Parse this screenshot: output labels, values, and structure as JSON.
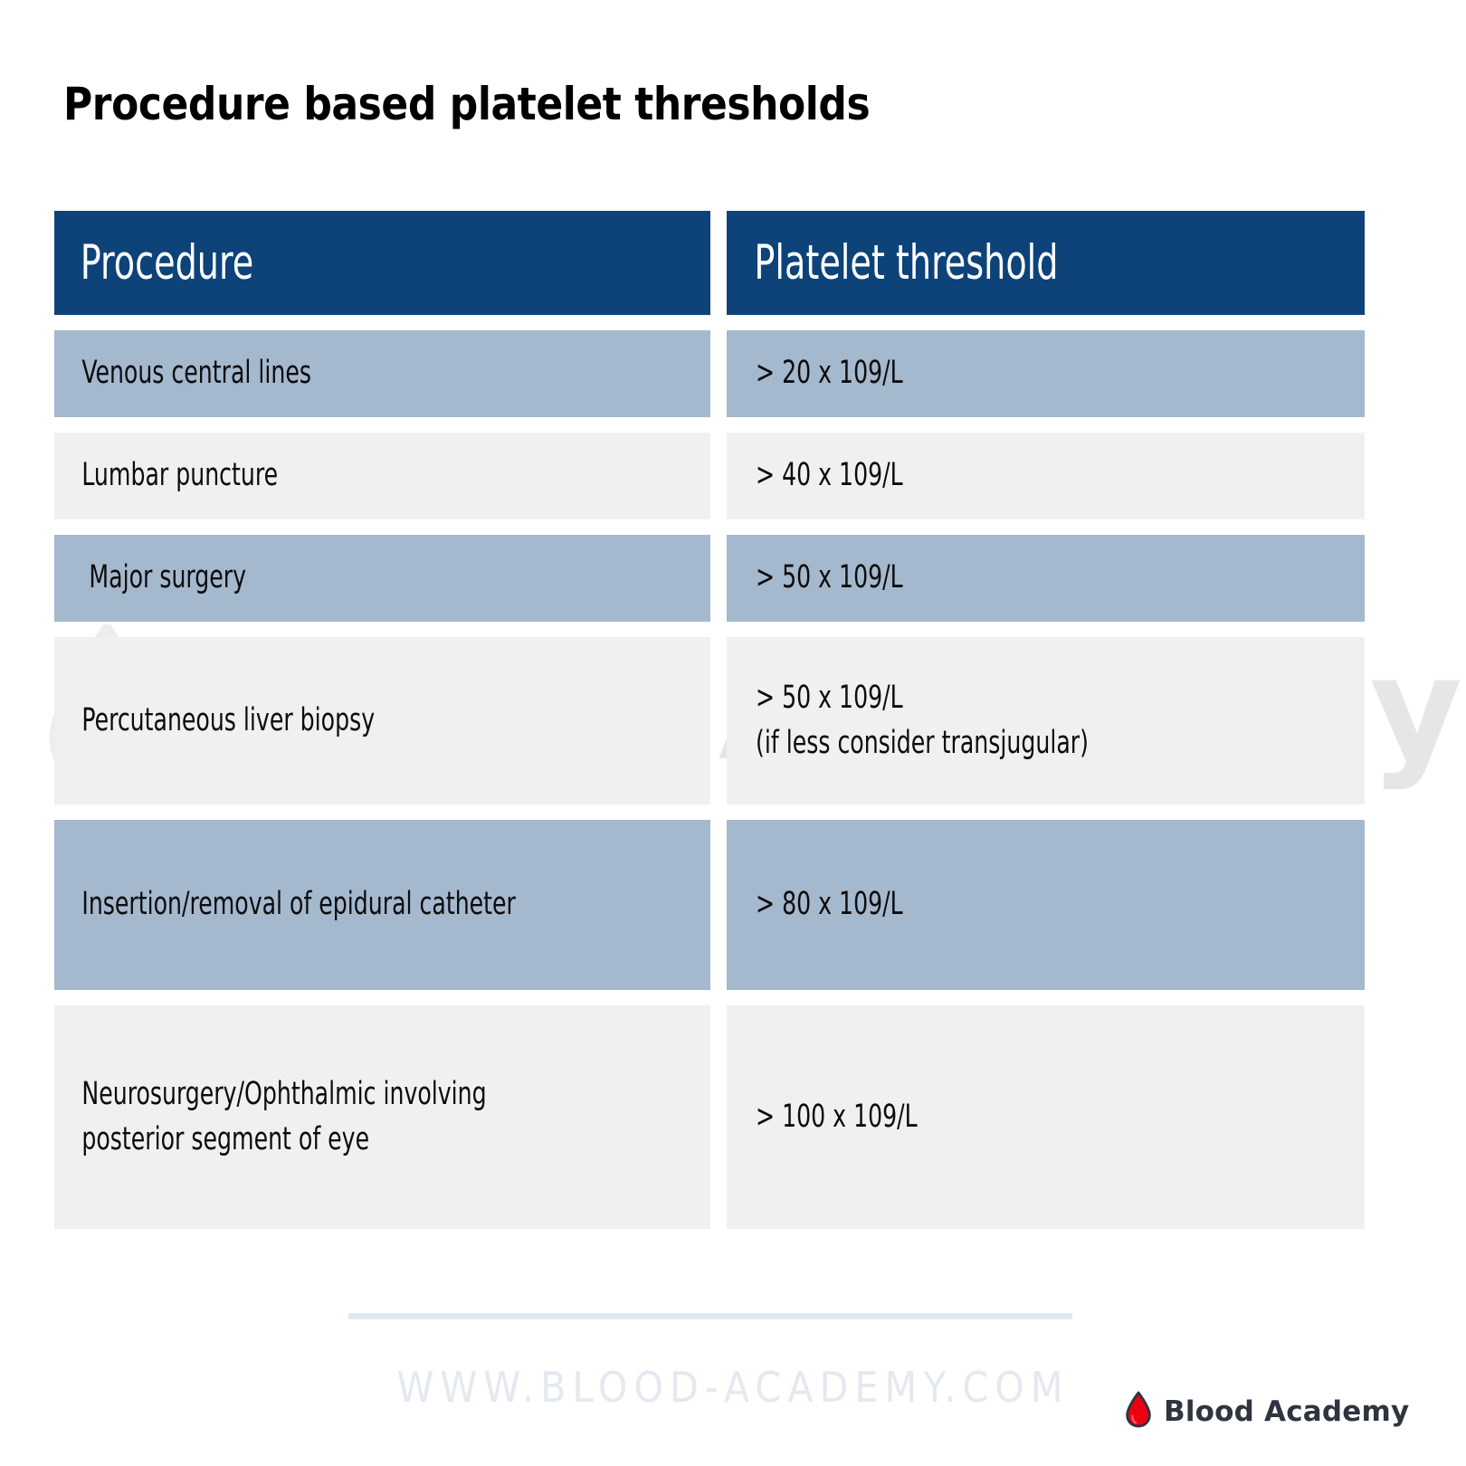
{
  "page": {
    "title": "Procedure based platelet thresholds",
    "background_color": "#ffffff"
  },
  "colors": {
    "header_navy": "#0d4379",
    "row_band_blue": "#a4b8ce",
    "row_plain_gray": "#eef0f1",
    "text_dark": "#0c0c0c",
    "header_text": "#ffffff",
    "footer_url_color": "#e4e9f0",
    "divider_color": "#e2e8f0",
    "logo_red": "#ee0013",
    "logo_text": "#2e3440",
    "watermark_gray": "#e6e6e6",
    "watermark_pink": "#f5dfe2"
  },
  "table": {
    "columns": [
      "Procedure",
      "Platelet threshold"
    ],
    "rows": [
      {
        "procedure": "Venous central lines",
        "threshold": "> 20 x 109/L",
        "threshold_note": "",
        "style": "band",
        "size": "h-sm",
        "indent": false
      },
      {
        "procedure": "Lumbar puncture",
        "threshold": "> 40 x 109/L",
        "threshold_note": "",
        "style": "plain",
        "size": "h-sm",
        "indent": false
      },
      {
        "procedure": "Major surgery",
        "threshold": "> 50 x 109/L",
        "threshold_note": "",
        "style": "band",
        "size": "h-sm",
        "indent": true
      },
      {
        "procedure": "Percutaneous liver biopsy",
        "threshold": "> 50 x 109/L",
        "threshold_note": "(if less consider transjugular)",
        "style": "plain",
        "size": "h-md",
        "indent": false
      },
      {
        "procedure": "Insertion/removal of epidural catheter",
        "threshold": "> 80 x 109/L",
        "threshold_note": "",
        "style": "band",
        "size": "h-lg",
        "indent": false
      },
      {
        "procedure": "Neurosurgery/Ophthalmic involving posterior segment of eye",
        "threshold": "> 100 x 109/L",
        "threshold_note": "",
        "style": "plain",
        "size": "h-xl",
        "indent": false
      }
    ]
  },
  "watermark": {
    "text": "Blood Academy",
    "drop_icon": "blood-drop-icon"
  },
  "footer": {
    "url": "WWW.BLOOD-ACADEMY.COM",
    "logo_name": "Blood Academy",
    "logo_icon": "blood-drop-icon"
  }
}
